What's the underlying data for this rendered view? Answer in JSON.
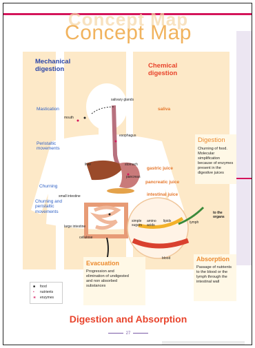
{
  "header": {
    "ghost_title": "Concept Map",
    "title": "Concept Map"
  },
  "columns": {
    "mechanical_heading": "Mechanical digestion",
    "chemical_heading": "Chemical digestion"
  },
  "mechanical": {
    "mastication": "Mastication",
    "peristaltic": "Peristaltic movements",
    "churning": "Churning",
    "churning_peristaltic": "Churning and peristaltic movements"
  },
  "chemical": {
    "saliva": "saliva",
    "gastric_juice": "gastric juice",
    "pancreatic_juice": "pancreatic juice",
    "intestinal_juice": "intestinal juice"
  },
  "organs": {
    "salivary_glands": "salivary glands",
    "mouth": "mouth",
    "esophagus": "esophagus",
    "liver": "liver",
    "stomach": "stomach",
    "pancreas": "pancreas",
    "small_intestine": "small intestine",
    "large_intestine": "large intestine",
    "cellulose": "cellulose"
  },
  "inset": {
    "simple_sugars": "simple sugars",
    "amino_acids": "amino acids",
    "lipids": "lipids",
    "lymph": "lymph",
    "blood": "blood",
    "to_organs": "to the organs"
  },
  "digestion": {
    "heading": "Digestion",
    "text": "Churning of food. Molecular simplification because of enzymes present in the digestive juices"
  },
  "evacuation": {
    "heading": "Evacuation",
    "text": "Progression and elimination of undigested and non absorbed substances"
  },
  "absorption": {
    "heading": "Absorption",
    "text": "Passage of nutrients to the blood or the lymph through the intestinal wall"
  },
  "legend": {
    "food": "food",
    "nutrients": "nutrients",
    "enzymes": "enzymes"
  },
  "footer": {
    "title": "Digestion and Absorption",
    "page_number": "27"
  },
  "colors": {
    "rule": "#d4145a",
    "panel": "#fde9c8",
    "title": "#f1b35e",
    "blue": "#2d47a8",
    "red": "#e8432b",
    "orange": "#e5762a"
  }
}
